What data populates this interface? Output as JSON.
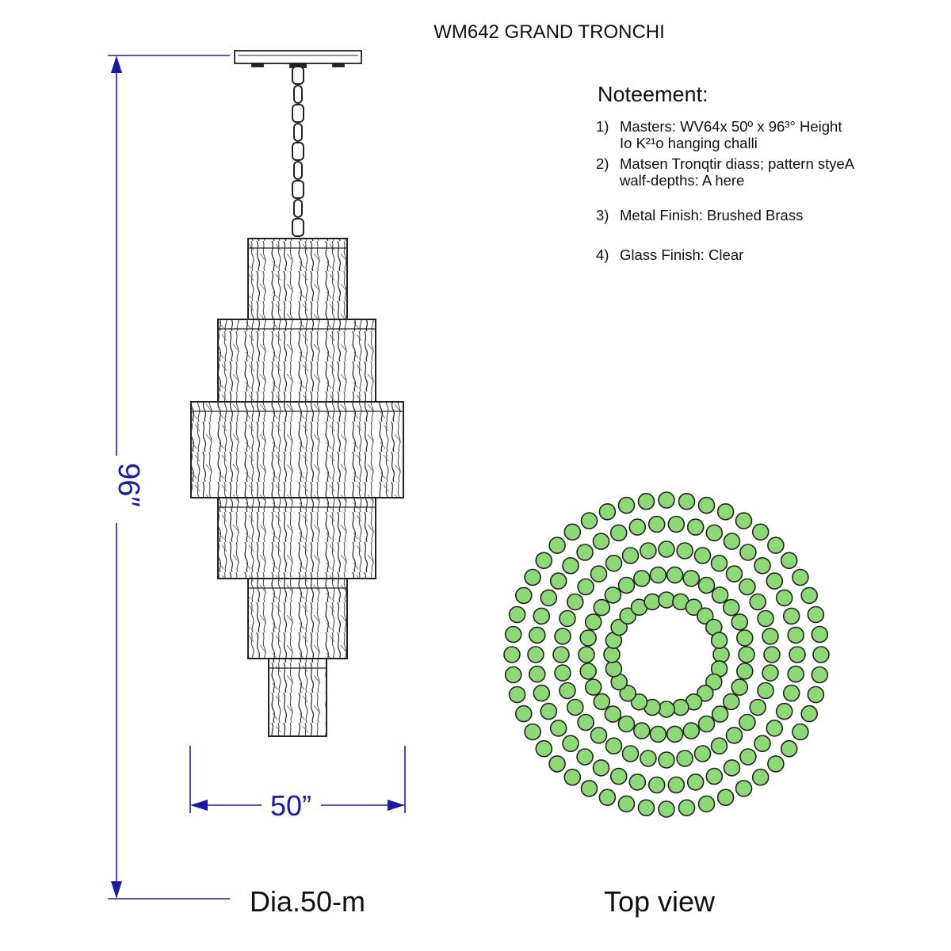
{
  "title": "WM642 GRAND TRONCHI",
  "notes": {
    "heading": "Noteement:",
    "items": [
      {
        "num": "1)",
        "line1": "Masters: WV64x 50º x 96³° Height",
        "line2": "Io K²¹o hanging challi"
      },
      {
        "num": "2)",
        "line1": "Matsen Tronqtir diass; pattern styeA",
        "line2": "walf-depths: A here"
      },
      {
        "num": "3)",
        "line1": "Metal Finish: Brushed Brass",
        "line2": ""
      },
      {
        "num": "4)",
        "line1": "Glass Finish: Clear",
        "line2": ""
      }
    ]
  },
  "dimensions": {
    "height_label": "96″",
    "width_label": "50”"
  },
  "captions": {
    "front": "Dia.50-m",
    "top": "Top view"
  },
  "top_view": {
    "ring_bead_counts": [
      48,
      42,
      36,
      30,
      24
    ],
    "bead_color": "#8ed977",
    "bead_stroke": "#222222"
  },
  "colors": {
    "dimension": "#1a1aa6",
    "line": "#222222"
  }
}
